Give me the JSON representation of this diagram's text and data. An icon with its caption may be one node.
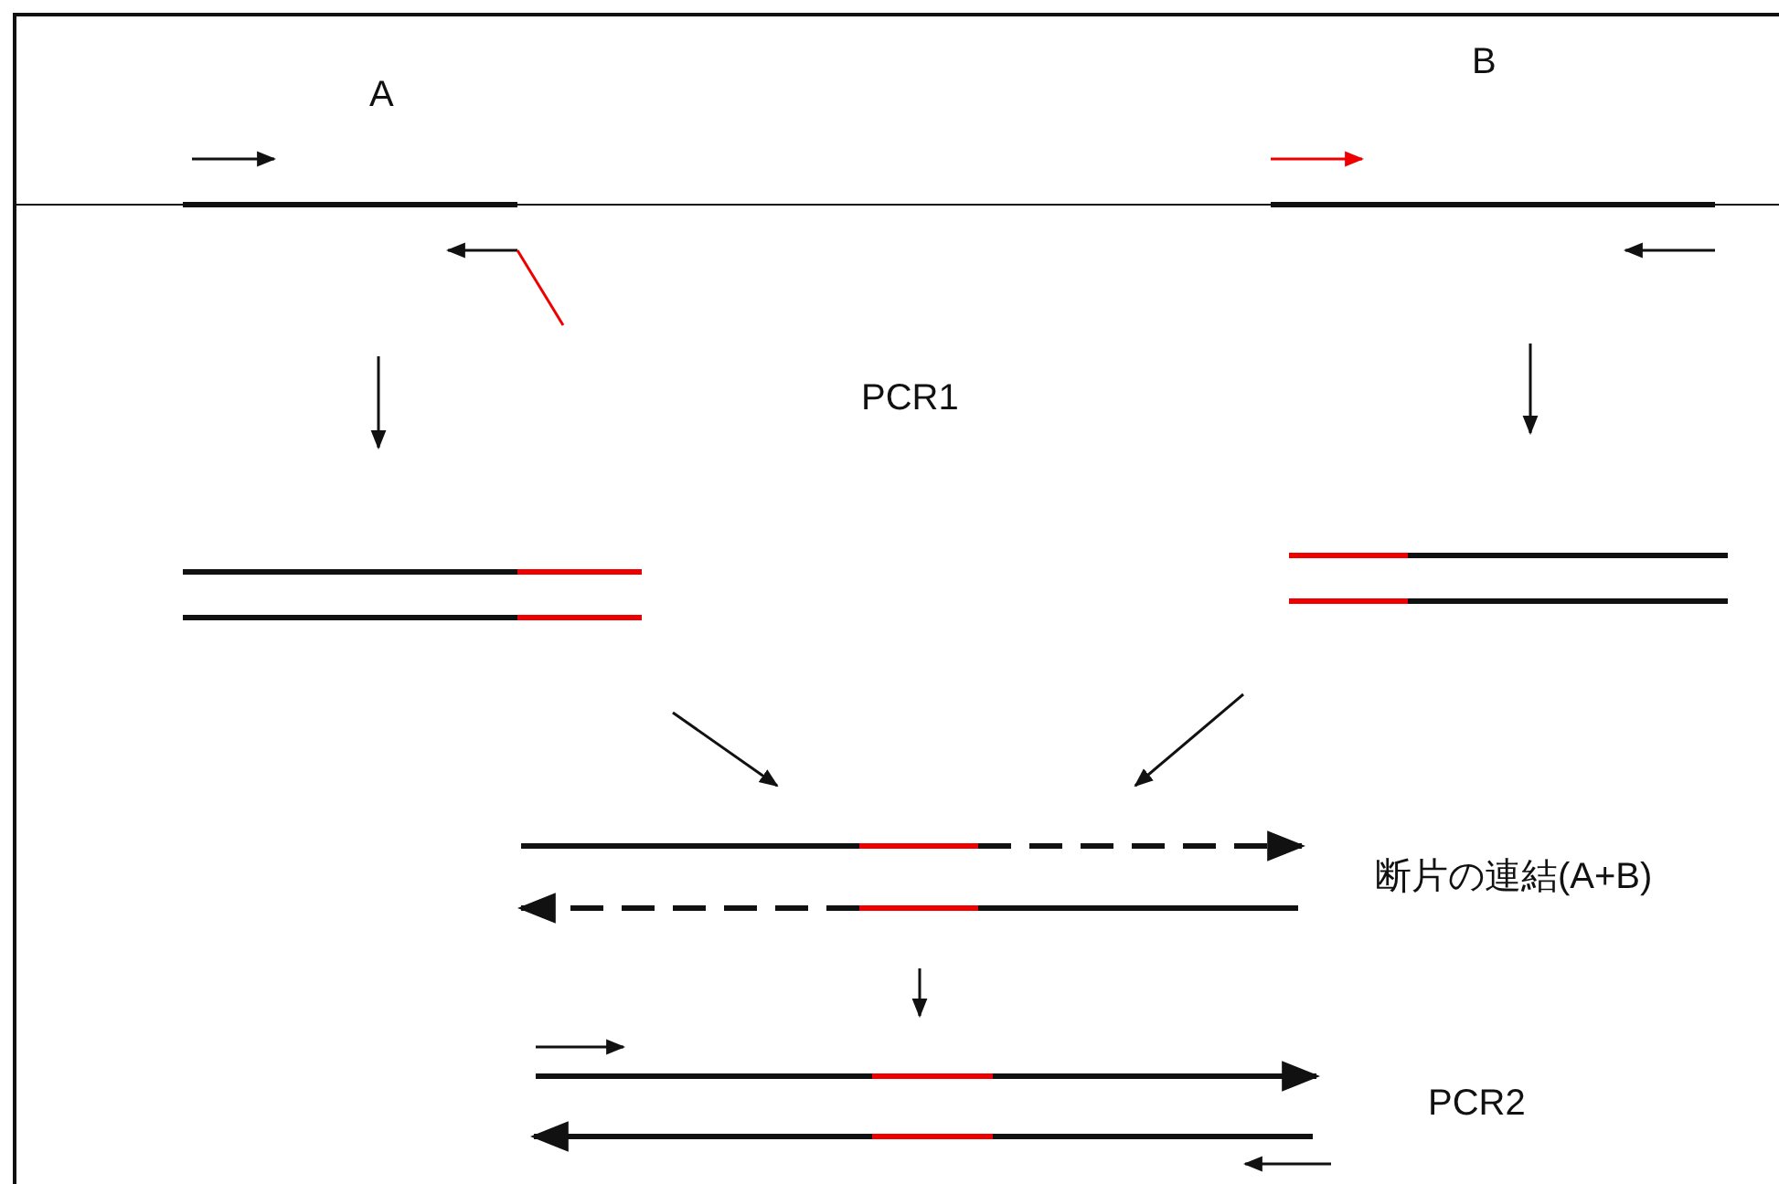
{
  "diagram": {
    "labels": [
      "A",
      "B",
      "PCR1",
      "断片の連結(A+B)",
      "PCR2"
    ]
  }
}
